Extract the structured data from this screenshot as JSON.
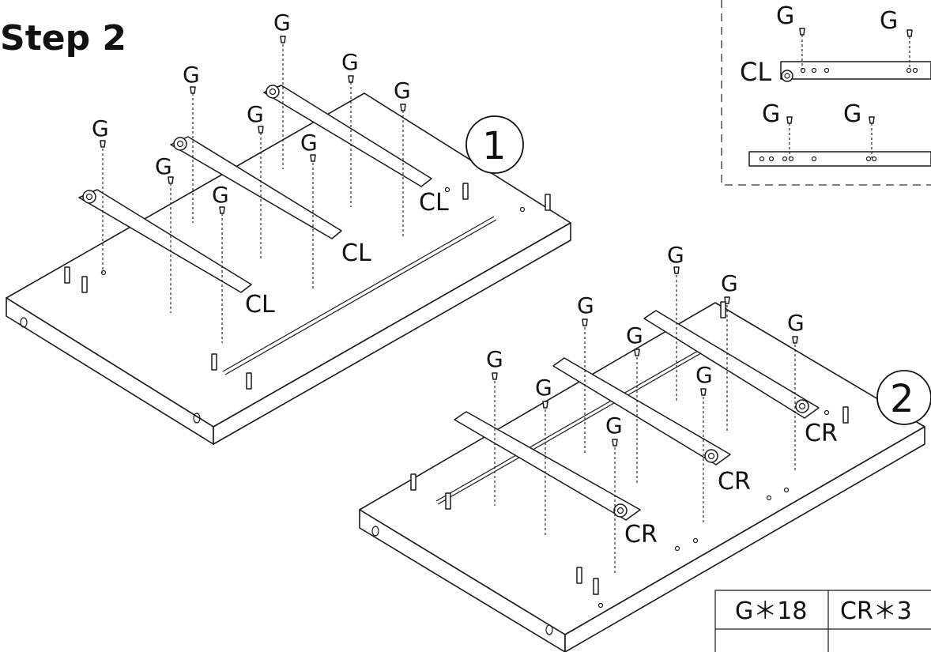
{
  "title": "Step 2",
  "views": [
    {
      "number": "1",
      "rail_label": "CL"
    },
    {
      "number": "2",
      "rail_label": "CR"
    }
  ],
  "screw_label": "G",
  "inset": {
    "rail_label": "CL",
    "screw_label": "G"
  },
  "parts_table": {
    "headers": [
      "G＊18",
      "CR＊3"
    ]
  }
}
